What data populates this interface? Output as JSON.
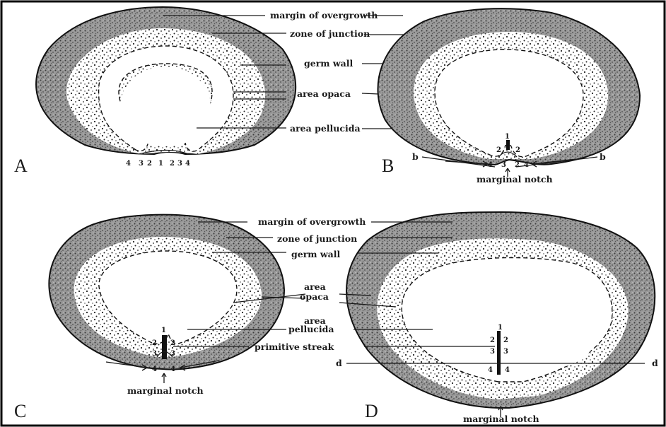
{
  "panels": [
    "A",
    "B",
    "C",
    "D"
  ],
  "labels": {
    "margin_of_overgrowth": "margin of overgrowth",
    "zone_of_junction": "zone of junction",
    "germ_wall": "germ wall",
    "area_opaca": "area opaca",
    "area": "area",
    "opaca": "opaca",
    "area_pellucida": "area pellucida",
    "pellucida": "pellucida",
    "primitive_streak": "primitive streak",
    "marginal_notch": "marginal notch"
  },
  "markers": {
    "b": "b",
    "d": "d"
  },
  "numbers": {
    "a_row": [
      "4",
      "3",
      "2",
      "1",
      "2",
      "3",
      "4"
    ],
    "one": "1",
    "two": "2",
    "three": "3",
    "four": "4"
  },
  "colors": {
    "ink": "#1a1a1a",
    "frame": "#000000",
    "background": "#ffffff"
  }
}
